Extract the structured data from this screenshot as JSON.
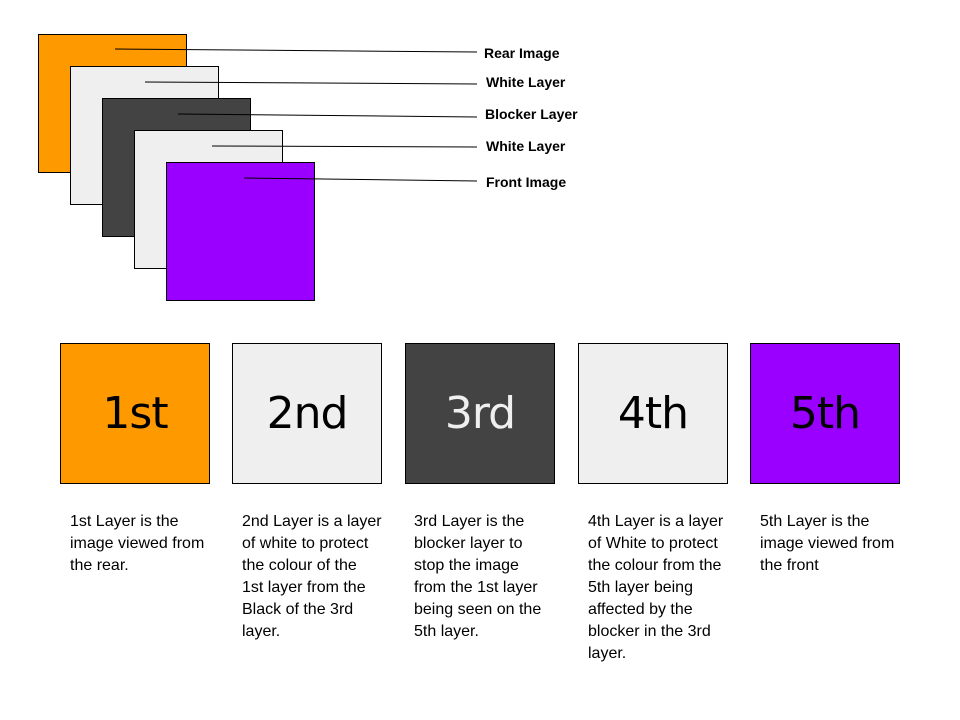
{
  "colors": {
    "orange": "#ff9900",
    "light_gray": "#efefef",
    "dark_gray": "#434343",
    "purple": "#9900ff",
    "outline": "#000000"
  },
  "stack": {
    "labels": [
      "Rear Image",
      "White Layer",
      "Blocker Layer",
      "White Layer",
      "Front Image"
    ]
  },
  "layers": [
    {
      "number": "1st",
      "color": "#ff9900",
      "number_color": "#000000",
      "description": "1st Layer is the image viewed from the rear."
    },
    {
      "number": "2nd",
      "color": "#efefef",
      "number_color": "#000000",
      "description": "2nd Layer is a layer of white to protect the colour of the 1st layer from the Black of the 3rd layer."
    },
    {
      "number": "3rd",
      "color": "#434343",
      "number_color": "#efefef",
      "description": "3rd Layer is the blocker layer to stop the image from the 1st layer being seen on the 5th layer."
    },
    {
      "number": "4th",
      "color": "#efefef",
      "number_color": "#000000",
      "description": "4th Layer is a layer of White to protect the colour from the 5th layer being affected by the blocker in the 3rd layer."
    },
    {
      "number": "5th",
      "color": "#9900ff",
      "number_color": "#000000",
      "description": "5th Layer is the image viewed from the front"
    }
  ]
}
